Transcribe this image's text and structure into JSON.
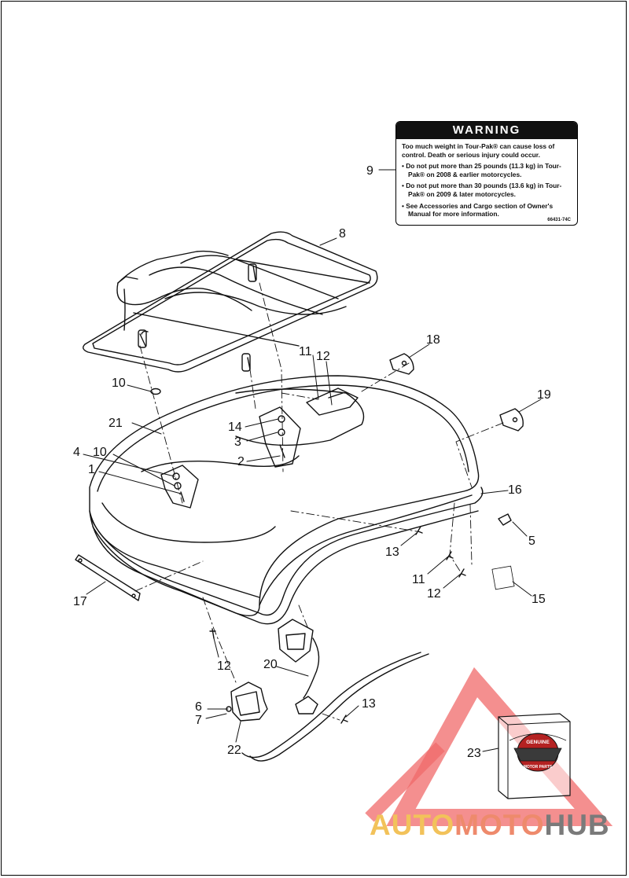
{
  "decal": {
    "heading": "WARNING",
    "line1": "Too much weight in Tour-Pak® can cause loss of control. Death or serious injury could occur.",
    "bullet1": "• Do not put more than 25 pounds (11.3 kg) in Tour-Pak® on 2008 & earlier motorcycles.",
    "bullet2": "• Do not put more than 30 pounds (13.6 kg) in Tour-Pak® on 2009 & later motorcycles.",
    "bullet3": "• See Accessories and Cargo section of Owner's Manual for more information.",
    "code": "66431-74C"
  },
  "callouts": {
    "c1": "1",
    "c2": "2",
    "c3": "3",
    "c4": "4",
    "c5": "5",
    "c6": "6",
    "c7": "7",
    "c8": "8",
    "c9": "9",
    "c10a": "10",
    "c10b": "10",
    "c11a": "11",
    "c11b": "11",
    "c12a": "12",
    "c12b": "12",
    "c12c": "12",
    "c13a": "13",
    "c13b": "13",
    "c14": "14",
    "c15": "15",
    "c16": "16",
    "c17": "17",
    "c18": "18",
    "c19": "19",
    "c20": "20",
    "c21": "21",
    "c22": "22",
    "c23": "23"
  },
  "badge": {
    "top": "GENUINE",
    "bottom": "MOTOR PARTS"
  },
  "watermark": {
    "part1": "AUTO",
    "part2": "MOTO",
    "part3": "HUB"
  },
  "colors": {
    "watermark_triangle": "#f06a6a",
    "watermark_auto": "#f2c25a",
    "watermark_moto": "#ee8a6c",
    "watermark_hub": "#7a7a7a"
  }
}
